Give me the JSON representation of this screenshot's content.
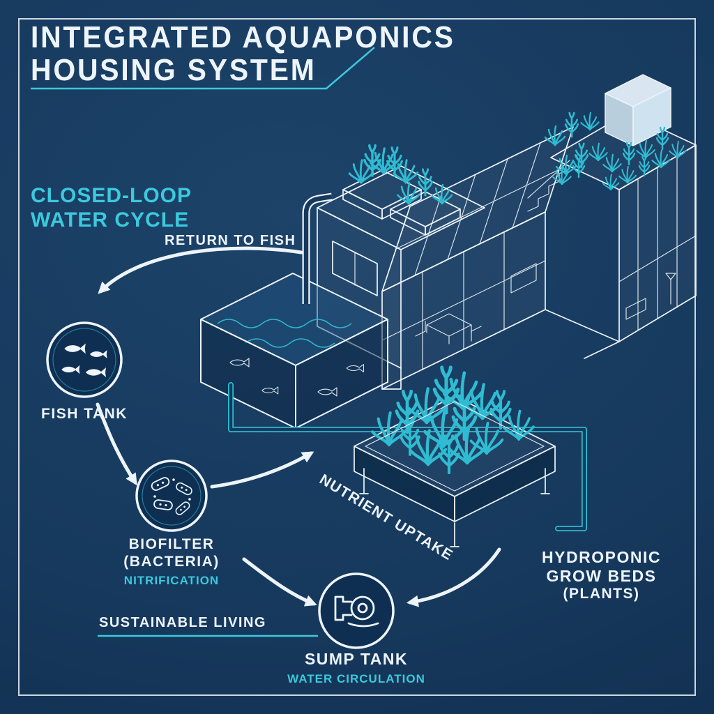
{
  "palette": {
    "bg": "#16395d",
    "node": "#0e2f52",
    "line": "#edf4fa",
    "cyan": "#3cc9dd",
    "plant": "#2fbcd2"
  },
  "title": {
    "line1": "INTEGRATED AQUAPONICS",
    "line2": "HOUSING SYSTEM"
  },
  "cycle_heading": {
    "line1": "CLOSED-LOOP",
    "line2": "WATER CYCLE"
  },
  "labels": {
    "return_to_fish": "RETURN TO FISH",
    "fish_tank": "FISH TANK",
    "biofilter_title": "BIOFILTER",
    "biofilter_sub": "(BACTERIA)",
    "biofilter_process": "NITRIFICATION",
    "nutrient_uptake": "NUTRIENT UPTAKE",
    "hydroponic_line1": "HYDROPONIC",
    "hydroponic_line2": "GROW BEDS",
    "hydroponic_line3": "(PLANTS)",
    "sustainable_living": "SUSTAINABLE LIVING",
    "sump_title": "SUMP TANK",
    "sump_process": "WATER CIRCULATION"
  },
  "icons": {
    "fish_tank": "fish-school-icon",
    "biofilter": "bacteria-icon",
    "sump_tank": "water-pump-icon",
    "illustration": "isometric-eco-house"
  }
}
